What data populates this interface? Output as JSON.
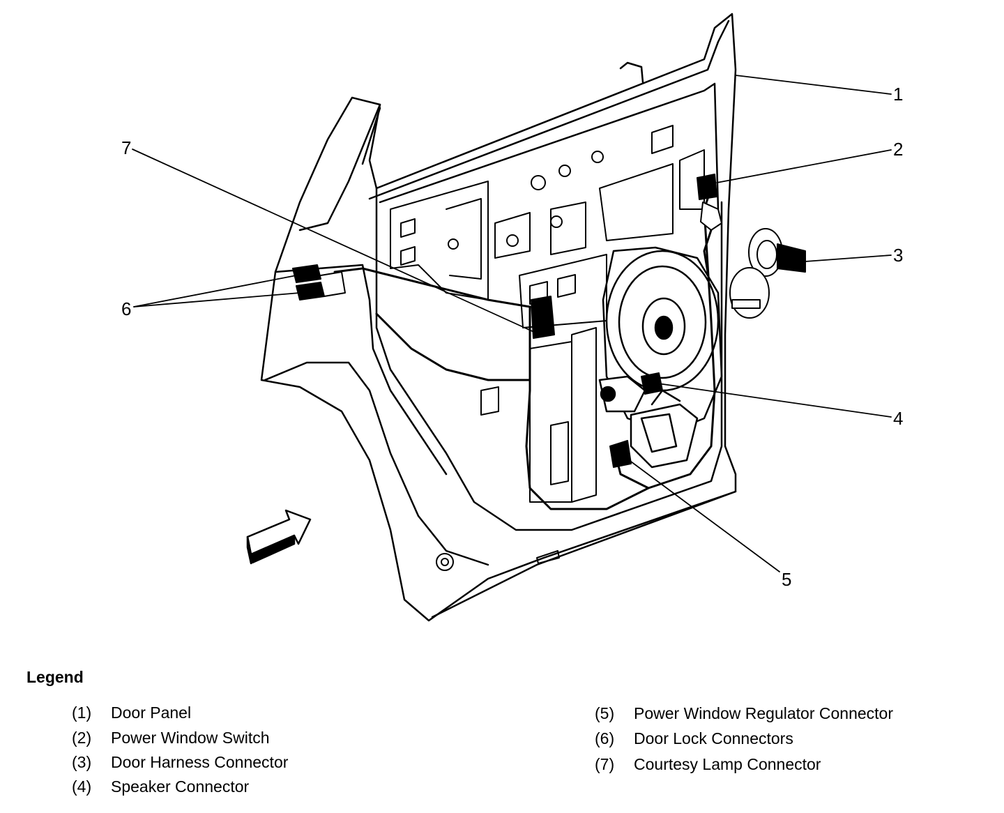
{
  "callouts": [
    {
      "id": "1",
      "label": "1"
    },
    {
      "id": "2",
      "label": "2"
    },
    {
      "id": "3",
      "label": "3"
    },
    {
      "id": "4",
      "label": "4"
    },
    {
      "id": "5",
      "label": "5"
    },
    {
      "id": "6",
      "label": "6"
    },
    {
      "id": "7",
      "label": "7"
    }
  ],
  "legend": {
    "title": "Legend",
    "items": [
      {
        "num": "(1)",
        "label": "Door Panel"
      },
      {
        "num": "(2)",
        "label": "Power Window Switch"
      },
      {
        "num": "(3)",
        "label": "Door Harness Connector"
      },
      {
        "num": "(4)",
        "label": "Speaker Connector"
      },
      {
        "num": "(5)",
        "label": "Power Window Regulator Connector"
      },
      {
        "num": "(6)",
        "label": "Door Lock Connectors"
      },
      {
        "num": "(7)",
        "label": "Courtesy Lamp Connector"
      }
    ]
  },
  "colors": {
    "ink": "#000000",
    "paper": "#ffffff"
  },
  "icons": [
    "forward-arrow-icon"
  ]
}
